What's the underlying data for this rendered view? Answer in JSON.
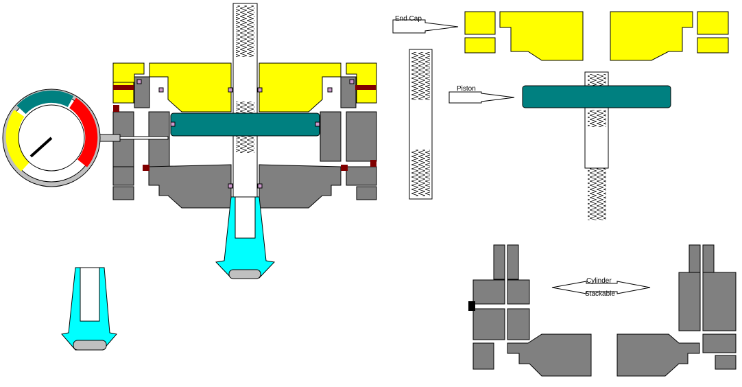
{
  "labels": {
    "end_cap": "End Cap",
    "piston": "Piston",
    "cylinder": "Cylinder",
    "stackable": "Stackable"
  },
  "colors": {
    "end_cap": "#FFFF00",
    "piston": "#008080",
    "cylinder": "#808080",
    "tip": "#00FFFF",
    "seal": "#CC99CC",
    "bolt": "#800000",
    "gauge_red": "#FF0000",
    "gauge_yellow": "#FFFF00",
    "gauge_teal": "#008080"
  }
}
